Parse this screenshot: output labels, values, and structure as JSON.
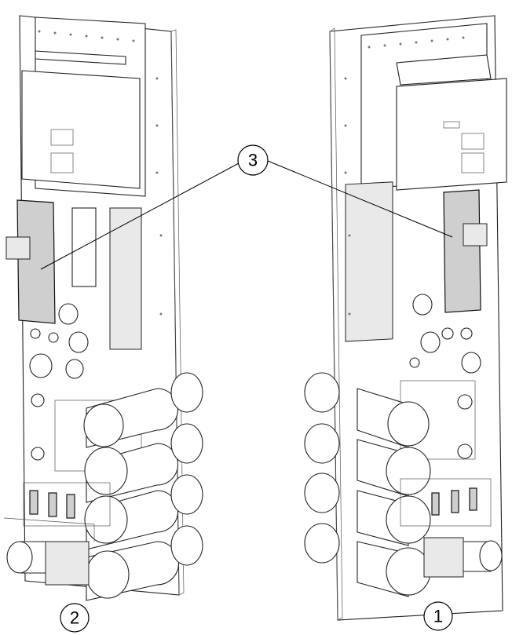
{
  "callouts": {
    "item3": "3",
    "item2": "2",
    "item1": "1"
  }
}
